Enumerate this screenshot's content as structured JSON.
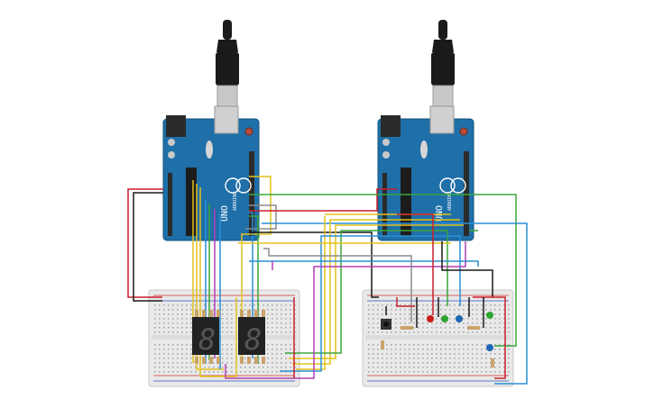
{
  "colors": {
    "board": "#1f6fa8",
    "board_edge": "#15557f",
    "breadboard": "#e9e9e9",
    "breadboard_edge": "#c9c9c9",
    "usb_cable": "#1a1a1a",
    "usb_metal": "#c8c8c8",
    "digit": "#222222",
    "segment": "#555555",
    "led_red": "#cc1a1a",
    "led_green": "#2fa52f",
    "led_blue": "#1e66b5",
    "wire_red": "#cc1f2a",
    "wire_black": "#1a1a1a",
    "wire_yellow": "#e4c21a",
    "wire_green": "#3aa53a",
    "wire_blue": "#2a8fd6",
    "wire_purple": "#b23fb5",
    "wire_gray": "#8c8c8c"
  },
  "boards": [
    {
      "name": "arduino-uno-left",
      "logo": "UNO",
      "brand": "ARDUINO"
    },
    {
      "name": "arduino-uno-right",
      "logo": "UNO",
      "brand": "ARDUINO"
    }
  ],
  "displays": [
    {
      "name": "seven-segment-left",
      "value": "8"
    },
    {
      "name": "seven-segment-right",
      "value": "8"
    }
  ],
  "leds": [
    "red",
    "green",
    "blue",
    "green",
    "blue"
  ],
  "components_icons": [
    "usb-plug-icon",
    "reset-button-icon",
    "chip-icon",
    "pushbutton-icon",
    "resistor-icon"
  ]
}
